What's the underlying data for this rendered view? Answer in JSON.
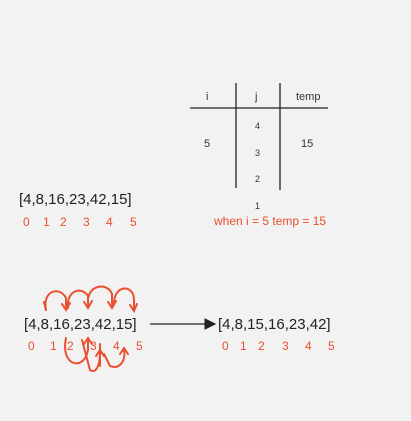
{
  "table": {
    "headers": [
      "i",
      "j",
      "temp"
    ],
    "i_value": "5",
    "j_values": [
      "4",
      "3",
      "2",
      "1"
    ],
    "temp_value": "15"
  },
  "top_array": {
    "text": "[4,8,16,23,42,15]",
    "indices": [
      "0",
      "1",
      "2",
      "3",
      "4",
      "5"
    ]
  },
  "note": "when i = 5  temp = 15",
  "bottom_left_array": {
    "text": "[4,8,16,23,42,15]",
    "indices": [
      "0",
      "1",
      "2",
      "3",
      "4",
      "5"
    ]
  },
  "bottom_right_array": {
    "text": "[4,8,15,16,23,42]",
    "indices": [
      "0",
      "1",
      "2",
      "3",
      "4",
      "5"
    ]
  },
  "colors": {
    "accent": "#e8502f",
    "ink": "#222222",
    "background": "#f2f2f2"
  }
}
